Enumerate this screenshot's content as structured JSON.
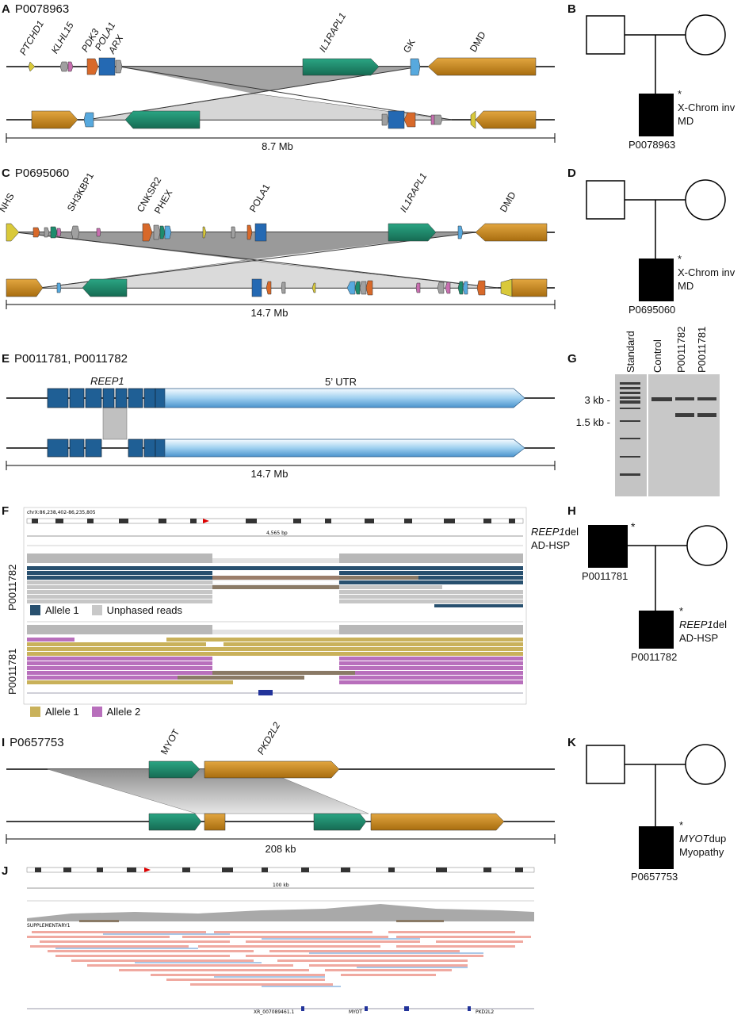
{
  "panelA": {
    "letter": "A",
    "id": "P0078963",
    "genes": [
      "PTCHD1",
      "KLHL15",
      "PDK3",
      "POLA1",
      "ARX",
      "IL1RAPL1",
      "GK",
      "DMD"
    ],
    "scale": "8.7 Mb"
  },
  "panelB": {
    "letter": "B",
    "star": "*",
    "line1": "X-Chrom inv",
    "line2": "MD",
    "id": "P0078963"
  },
  "panelC": {
    "letter": "C",
    "id": "P0695060",
    "genes": [
      "NHS",
      "SH3KBP1",
      "CNKSR2",
      "PHEX",
      "POLA1",
      "IL1RAPL1",
      "DMD"
    ],
    "scale": "14.7 Mb"
  },
  "panelD": {
    "letter": "D",
    "star": "*",
    "line1": "X-Chrom inv",
    "line2": "MD",
    "id": "P0695060"
  },
  "panelE": {
    "letter": "E",
    "id": "P0011781, P0011782",
    "gene": "REEP1",
    "utr": "5’ UTR",
    "scale": "14.7 Mb"
  },
  "panelG": {
    "letter": "G",
    "lanes": [
      "Standard",
      "Control",
      "P0011782",
      "P0011781"
    ],
    "sizes": [
      "3 kb -",
      "1.5 kb -"
    ]
  },
  "panelF": {
    "letter": "F",
    "sample1": "P0011782",
    "sample2": "P0011781",
    "legend1": [
      "Allele 1",
      "Unphased reads"
    ],
    "legend2": [
      "Allele 1",
      "Allele 2"
    ],
    "locus": "chrX:86,238,402-86,235,805",
    "span": "4,565 bp"
  },
  "panelH": {
    "letter": "H",
    "parent": {
      "star": "*",
      "line1a": "REEP1",
      "line1b": "del",
      "line2": "AD-HSP",
      "id": "P0011781"
    },
    "child": {
      "star": "*",
      "line1a": "REEP1",
      "line1b": "del",
      "line2": "AD-HSP",
      "id": "P0011782"
    }
  },
  "panelI": {
    "letter": "I",
    "id": "P0657753",
    "genes": [
      "MYOT",
      "PKD2L2"
    ],
    "scale": "208 kb"
  },
  "panelK": {
    "letter": "K",
    "star": "*",
    "line1a": "MYOT",
    "line1b": "dup",
    "line2": "Myopathy",
    "id": "P0657753"
  },
  "panelJ": {
    "letter": "J",
    "span": "100 kb",
    "track": "SUPPLEMENTARY1",
    "genes": [
      "XR_007089461.1",
      "MYOT",
      "PKD2L2"
    ]
  },
  "colors": {
    "orange": "#c98a1a",
    "green": "#1e8c6e",
    "blue": "#2a6fb3",
    "lightblue": "#57a9de",
    "navy": "#1d3f63",
    "gold": "#c9b254",
    "purple": "#b76fbc",
    "grey": "#c8c8c8"
  }
}
